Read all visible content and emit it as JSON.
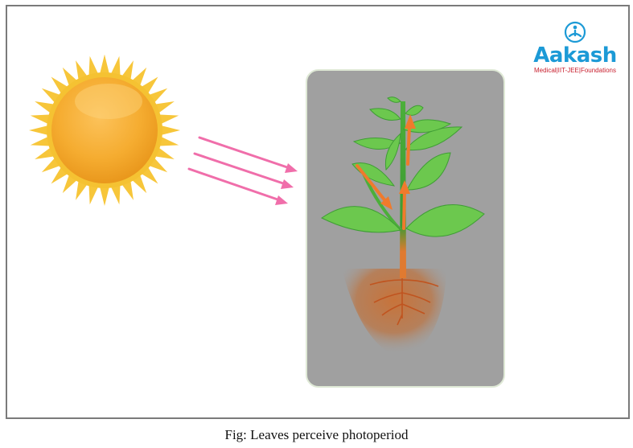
{
  "figure": {
    "caption": "Fig: Leaves perceive photoperiod",
    "logo": {
      "name": "Aakash",
      "tagline": "Medical|IIT-JEE|Foundations",
      "icon": "aakash-emblem-icon",
      "brand_color": "#1c9ad6",
      "tagline_color": "#c8202f"
    },
    "elements": {
      "sun": {
        "icon": "sun-icon",
        "color": "#f5b324"
      },
      "light_rays": {
        "count": 3,
        "icon": "arrow-right-icon",
        "color": "#f06eaa"
      },
      "plant_panel": {
        "background": "#a0a0a0",
        "icon": "plant-icon",
        "stimulus_arrows_color": "#f07a2c"
      }
    }
  }
}
